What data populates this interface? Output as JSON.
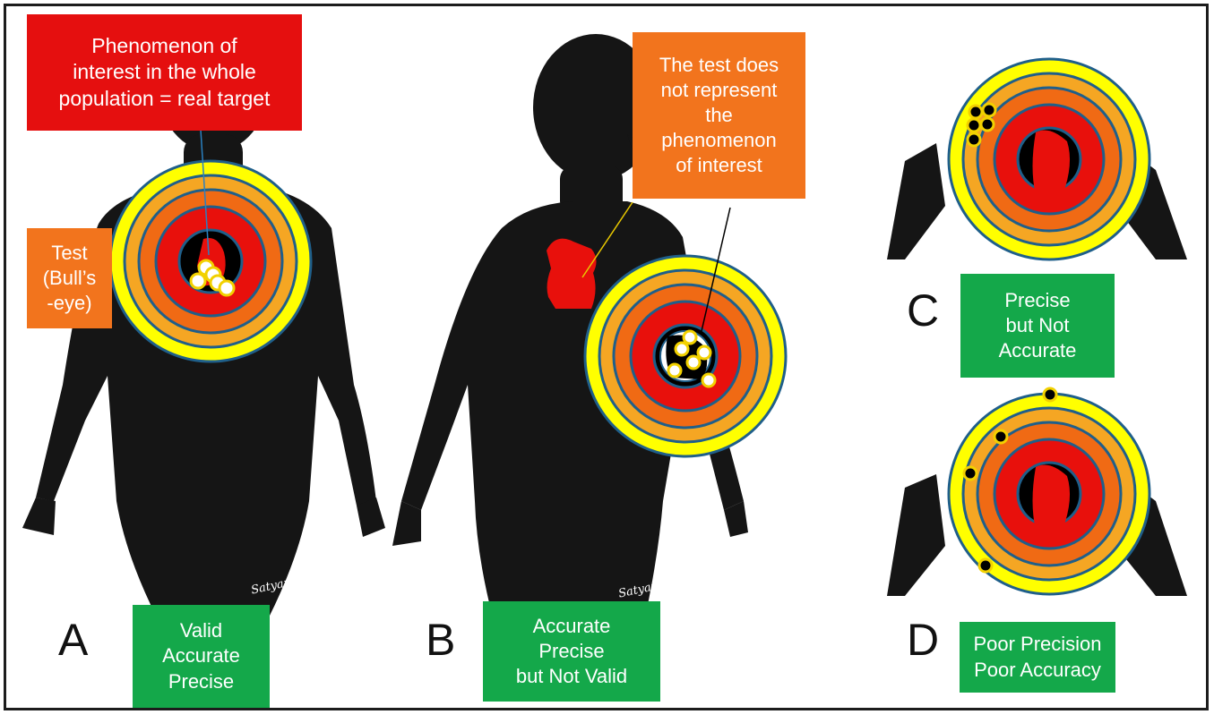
{
  "panels": {
    "a": {
      "letter": "A",
      "label": "Valid\nAccurate\nPrecise"
    },
    "b": {
      "letter": "B",
      "label": "Accurate\nPrecise\nbut Not Valid"
    },
    "c": {
      "letter": "C",
      "label": "Precise\nbut Not\nAccurate"
    },
    "d": {
      "letter": "D",
      "label": "Poor Precision\nPoor Accuracy"
    }
  },
  "callouts": {
    "phenomenon": "Phenomenon of\ninterest in the whole\npopulation = real target",
    "test": "Test\n(Bull’s\n-eye)",
    "not_represent": "The test does\nnot represent\nthe\nphenomenon\nof interest"
  },
  "signature": "Satyan",
  "colors": {
    "red_box": "#e50f0f",
    "orange_box": "#f2741d",
    "green_box": "#14a84a",
    "silhouette": "#151515",
    "heart": "#e8100c",
    "ring_yellow": "#ffff00",
    "ring_light_orange": "#f5a623",
    "ring_orange": "#f06a14",
    "ring_red": "#e8100c",
    "ring_stroke": "#1f5f8a",
    "shot_white": "#ffffff",
    "shot_black": "#000000"
  }
}
